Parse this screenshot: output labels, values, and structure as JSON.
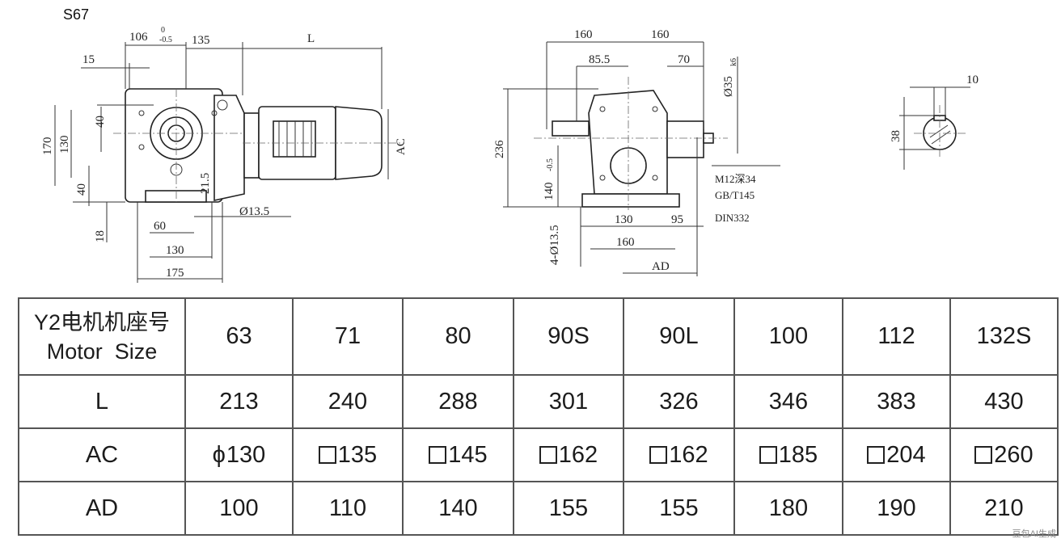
{
  "model": "S67",
  "drawing": {
    "side_view": {
      "dims": [
        "106",
        "0",
        "-0.5",
        "135",
        "L",
        "15",
        "40",
        "170",
        "130",
        "40",
        "18",
        "60",
        "130",
        "175",
        "21.5",
        "Ø13.5",
        "AC"
      ]
    },
    "front_view": {
      "dims": [
        "160",
        "160",
        "85.5",
        "70",
        "Ø35",
        "k6",
        "236",
        "140",
        "-0.5",
        "4-Ø13.5",
        "130",
        "95",
        "160",
        "AD"
      ],
      "notes": [
        "M12深34",
        "GB/T145",
        "DIN332"
      ]
    },
    "shaft_view": {
      "dims": [
        "10",
        "38"
      ]
    }
  },
  "table": {
    "header_label_cn": "Y2电机机座号",
    "header_label_en": "Motor  Size",
    "sizes": [
      "63",
      "71",
      "80",
      "90S",
      "90L",
      "100",
      "112",
      "132S"
    ],
    "rows": [
      {
        "label": "L",
        "values": [
          "213",
          "240",
          "288",
          "301",
          "326",
          "346",
          "383",
          "430"
        ]
      },
      {
        "label": "AC",
        "values": [
          "130",
          "135",
          "145",
          "162",
          "162",
          "185",
          "204",
          "260"
        ],
        "prefix": [
          "ϕ",
          "□",
          "□",
          "□",
          "□",
          "□",
          "□",
          "□"
        ]
      },
      {
        "label": "AD",
        "values": [
          "100",
          "110",
          "140",
          "155",
          "155",
          "180",
          "190",
          "210"
        ]
      }
    ]
  },
  "watermark": "豆包AI生成"
}
